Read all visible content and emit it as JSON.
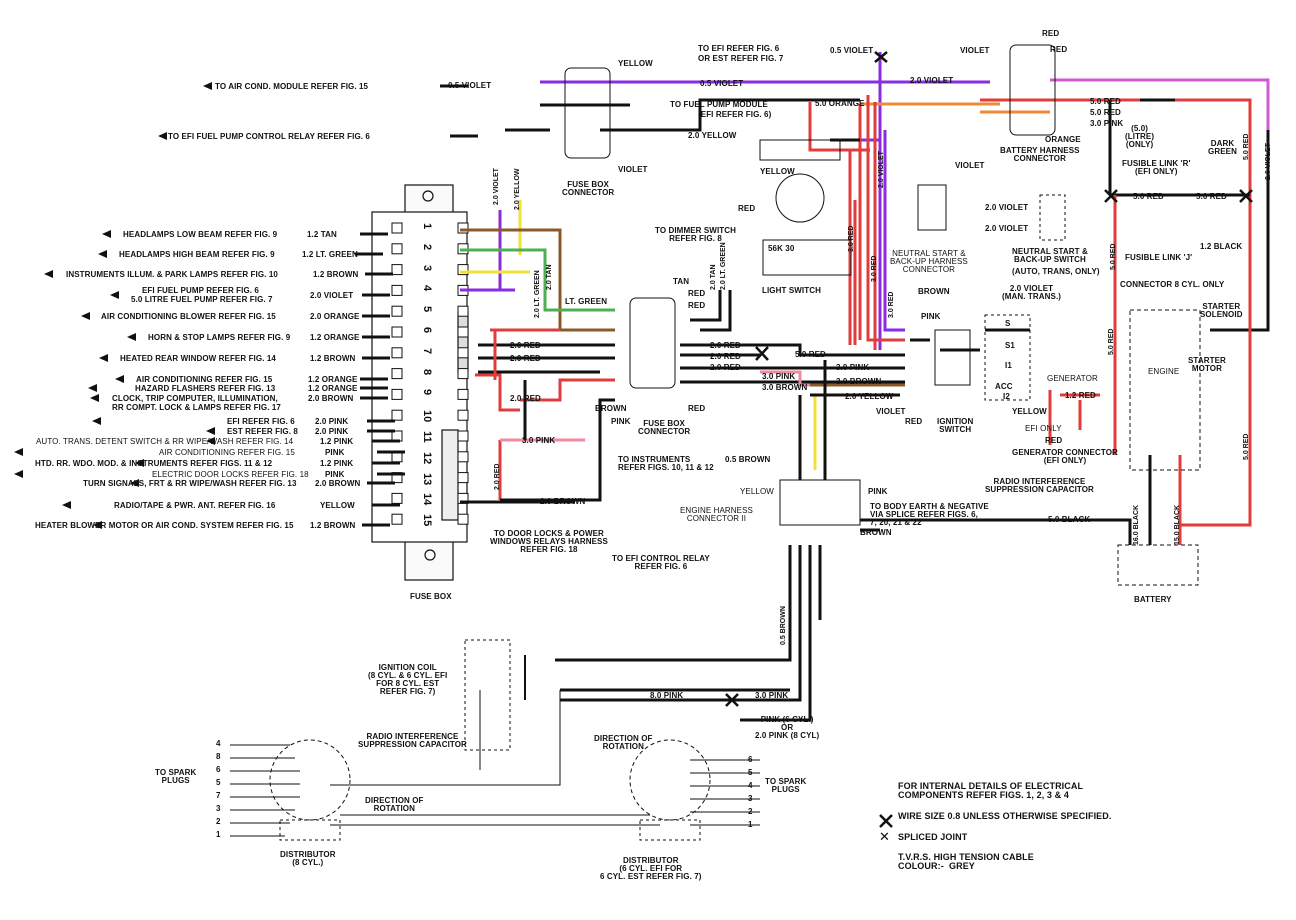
{
  "left_labels": [
    {
      "id": "ac-module",
      "text": "TO AIR COND. MODULE REFER FIG. 15"
    },
    {
      "id": "efi-pump-relay",
      "text": "TO EFI FUEL PUMP CONTROL RELAY REFER FIG. 6"
    },
    {
      "id": "headlamps-low",
      "text": "HEADLAMPS LOW BEAM REFER FIG. 9"
    },
    {
      "id": "headlamps-high",
      "text": "HEADLAMPS HIGH BEAM REFER FIG. 9"
    },
    {
      "id": "instruments-illum",
      "text": "INSTRUMENTS ILLUM. & PARK LAMPS REFER FIG. 10"
    },
    {
      "id": "efi-fuel-pump",
      "text": "EFI FUEL PUMP REFER FIG. 6"
    },
    {
      "id": "litre-fuel-pump",
      "text": "5.0 LITRE FUEL PUMP REFER FIG. 7"
    },
    {
      "id": "ac-blower",
      "text": "AIR CONDITIONING BLOWER REFER FIG. 15"
    },
    {
      "id": "horn-stop",
      "text": "HORN & STOP LAMPS REFER FIG. 9"
    },
    {
      "id": "heated-rear",
      "text": "HEATED REAR WINDOW REFER FIG. 14"
    },
    {
      "id": "ac-15",
      "text": "AIR CONDITIONING REFER FIG. 15"
    },
    {
      "id": "hazard",
      "text": "HAZARD FLASHERS REFER FIG. 13"
    },
    {
      "id": "clock",
      "text": "CLOCK, TRIP COMPUTER, ILLUMINATION,"
    },
    {
      "id": "rr-compt",
      "text": "RR COMPT. LOCK & LAMPS REFER FIG. 17"
    },
    {
      "id": "efi-fig6",
      "text": "EFI REFER FIG. 6"
    },
    {
      "id": "est-fig8",
      "text": "EST REFER FIG. 8"
    },
    {
      "id": "auto-trans",
      "text": "AUTO. TRANS. DETENT SWITCH & RR WIPE/WASH REFER FIG. 14"
    },
    {
      "id": "ac-15b",
      "text": "AIR CONDITIONING REFER FIG. 15"
    },
    {
      "id": "htd-rr",
      "text": "HTD. RR. WDO. MOD. & INSTRUMENTS REFER  FIGS. 11 & 12"
    },
    {
      "id": "door-locks",
      "text": "ELECTRIC DOOR LOCKS REFER FIG. 18"
    },
    {
      "id": "turn-signals",
      "text": "TURN SIGNALS, FRT & RR WIPE/WASH REFER FIG. 13"
    },
    {
      "id": "radio-tape",
      "text": "RADIO/TAPE & PWR. ANT. REFER FIG. 16"
    },
    {
      "id": "heater-blower",
      "text": "HEATER BLOWER MOTOR OR AIR COND. SYSTEM   REFER FIG. 15"
    }
  ],
  "wire_labels": [
    "0.5 VIOLET",
    "2.0 YELLOW",
    "1.2 TAN",
    "1.2 LT. GREEN",
    "1.2 BROWN",
    "2.0 VIOLET",
    "2.0 ORANGE",
    "1.2 ORANGE",
    "1.2 BROWN",
    "1.2 ORANGE",
    "1.2 ORANGE",
    "2.0 BROWN",
    "2.0 PINK",
    "2.0 PINK",
    "1.2 PINK",
    "PINK",
    "1.2 PINK",
    "PINK",
    "2.0 BROWN",
    "YELLOW",
    "1.2 BROWN",
    "0.5 VIOLET",
    "0.5 VIOLET",
    "5.0 ORANGE",
    "2.0 YELLOW",
    "2.0 VIOLET",
    "5.0 RED",
    "5.0 RED",
    "3.0 PINK",
    "2.0 RED",
    "2.0 RED",
    "2.0 RED",
    "2.0 RED",
    "2.0 RED",
    "3.0 PINK",
    "3.0 BROWN",
    "5.0 RED",
    "3.0 PINK",
    "3.0 BROWN",
    "2.0 YELLOW",
    "0.5 BROWN",
    "5.0 BLACK",
    "8.0 PINK",
    "3.0 PINK",
    "5.0 RED",
    "5.0 RED",
    "2.0 VIOLET",
    "2.0 VIOLET",
    "1.2 BLACK",
    "1.2 RED",
    "2.0 RED",
    "LT. GREEN",
    "2.0 LT. GREEN",
    "2.0 TAN",
    "2.0 YELLOW",
    "2.0 VIOLET",
    "3.0 RED",
    "3.0 RED",
    "2.0 VIOLET",
    "3.0 RED",
    "2.0 TAN",
    "2.0 LT. GREEN",
    "0.5 BROWN",
    "5.0 RED",
    "5.0 RED",
    "16.0 BLACK",
    "15.0 BLACK",
    "2.0 VIOLET",
    "5.0 RED",
    "2.0 VIOLET",
    "5.0 RED",
    "2.0 RED",
    "5.0 BLACK"
  ],
  "top_labels": {
    "efi_fig6": "TO EFI REFER FIG. 6",
    "est_fig7": "OR EST REFER FIG. 7",
    "fuel_pump_module": "TO FUEL PUMP MODULE",
    "efi_refer_fig6": "(EFI REFER FIG. 6)",
    "yellow": "YELLOW",
    "violet": "VIOLET"
  },
  "components": {
    "fuse_box": "FUSE BOX",
    "fuse_box_connector_top": "FUSE BOX\nCONNECTOR",
    "fuse_box_connector_mid": "FUSE BOX\nCONNECTOR",
    "battery_harness": "BATTERY HARNESS\nCONNECTOR",
    "neutral_start_conn": "NEUTRAL START &\nBACK-UP HARNESS\nCONNECTOR",
    "neutral_start_switch": "NEUTRAL START &\nBACK-UP SWITCH",
    "auto_trans_only": "(AUTO, TRANS, ONLY)",
    "man_trans": "2.0 VIOLET\n(MAN. TRANS.)",
    "light_switch": "LIGHT SWITCH",
    "dimmer_switch": "TO DIMMER SWITCH\nREFER FIG. 8",
    "ignition_switch": "IGNITION\nSWITCH",
    "instruments": "TO INSTRUMENTS\nREFER FIGS. 10, 11 & 12",
    "engine_harness": "ENGINE HARNESS\nCONNECTOR II",
    "efi_control_relay": "TO EFI CONTROL RELAY\nREFER FIG. 6",
    "door_locks_relays": "TO DOOR LOCKS & POWER\nWINDOWS RELAYS HARNESS\nREFER FIG. 18",
    "body_earth": "TO BODY EARTH & NEGATIVE\nVIA SPLICE REFER FIGS. 6,\n7, 20, 21 & 22",
    "fusible_r": "FUSIBLE LINK 'R'\n(EFI ONLY)",
    "fusible_r_litre": "(5.0)\n(LITRE)\n(ONLY)",
    "fusible_j": "FUSIBLE LINK 'J'",
    "dark_green": "DARK\nGREEN",
    "connector_8cyl": "CONNECTOR 8 CYL. ONLY",
    "starter_solenoid": "STARTER\nSOLENOID",
    "starter_motor": "STARTER\nMOTOR",
    "engine": "ENGINE",
    "generator": "GENERATOR",
    "efi_only": "EFI ONLY",
    "generator_connector": "GENERATOR CONNECTOR\n(EFI ONLY)",
    "radio_cap_right": "RADIO INTERFERENCE\nSUPPRESSION CAPACITOR",
    "battery": "BATTERY",
    "ignition_coil": "IGNITION COIL\n(8 CYL. & 6 CYL. EFI\nFOR 8 CYL. EST\nREFER FIG. 7)",
    "radio_cap_left": "RADIO INTERFERENCE\nSUPPRESSION CAPACITOR",
    "direction_rotation_1": "DIRECTION OF\nROTATION",
    "direction_rotation_2": "DIRECTION OF\nROTATION",
    "to_spark_plugs_left": "TO SPARK\nPLUGS",
    "to_spark_plugs_right": "TO SPARK\nPLUGS",
    "distributor_left": "DISTRIBUTOR\n(8 CYL.)",
    "distributor_right": "DISTRIBUTOR\n(6 CYL. EFI FOR\n6 CYL. EST REFER FIG. 7)",
    "pink_6cyl": "PINK (6 CYL.)\nOR\n2.0 PINK (8 CYL)"
  },
  "legend": {
    "internal_details": "FOR INTERNAL DETAILS OF ELECTRICAL\nCOMPONENTS REFER FIGS. 1, 2, 3 & 4",
    "wire_size": "WIRE SIZE 0.8 UNLESS OTHERWISE SPECIFIED.",
    "spliced_joint": "SPLICED JOINT",
    "tvrs_cable": "T.V.R.S. HIGH TENSION CABLE\nCOLOUR:-  GREY"
  },
  "fuse_numbers": [
    "1",
    "2",
    "3",
    "4",
    "5",
    "6",
    "7",
    "8",
    "9",
    "10",
    "11",
    "12",
    "13",
    "14",
    "15"
  ],
  "colors": {
    "violet": "#8a2be2",
    "magenta": "#d05bd0",
    "red": "#e23b3b",
    "orange": "#f08a3a",
    "yellow": "#f2e03a",
    "green": "#4caf50",
    "brown": "#8b5a2b",
    "tan": "#c08850",
    "pink": "#f08aa0",
    "black": "#111111",
    "grey": "#9a9a9a"
  }
}
